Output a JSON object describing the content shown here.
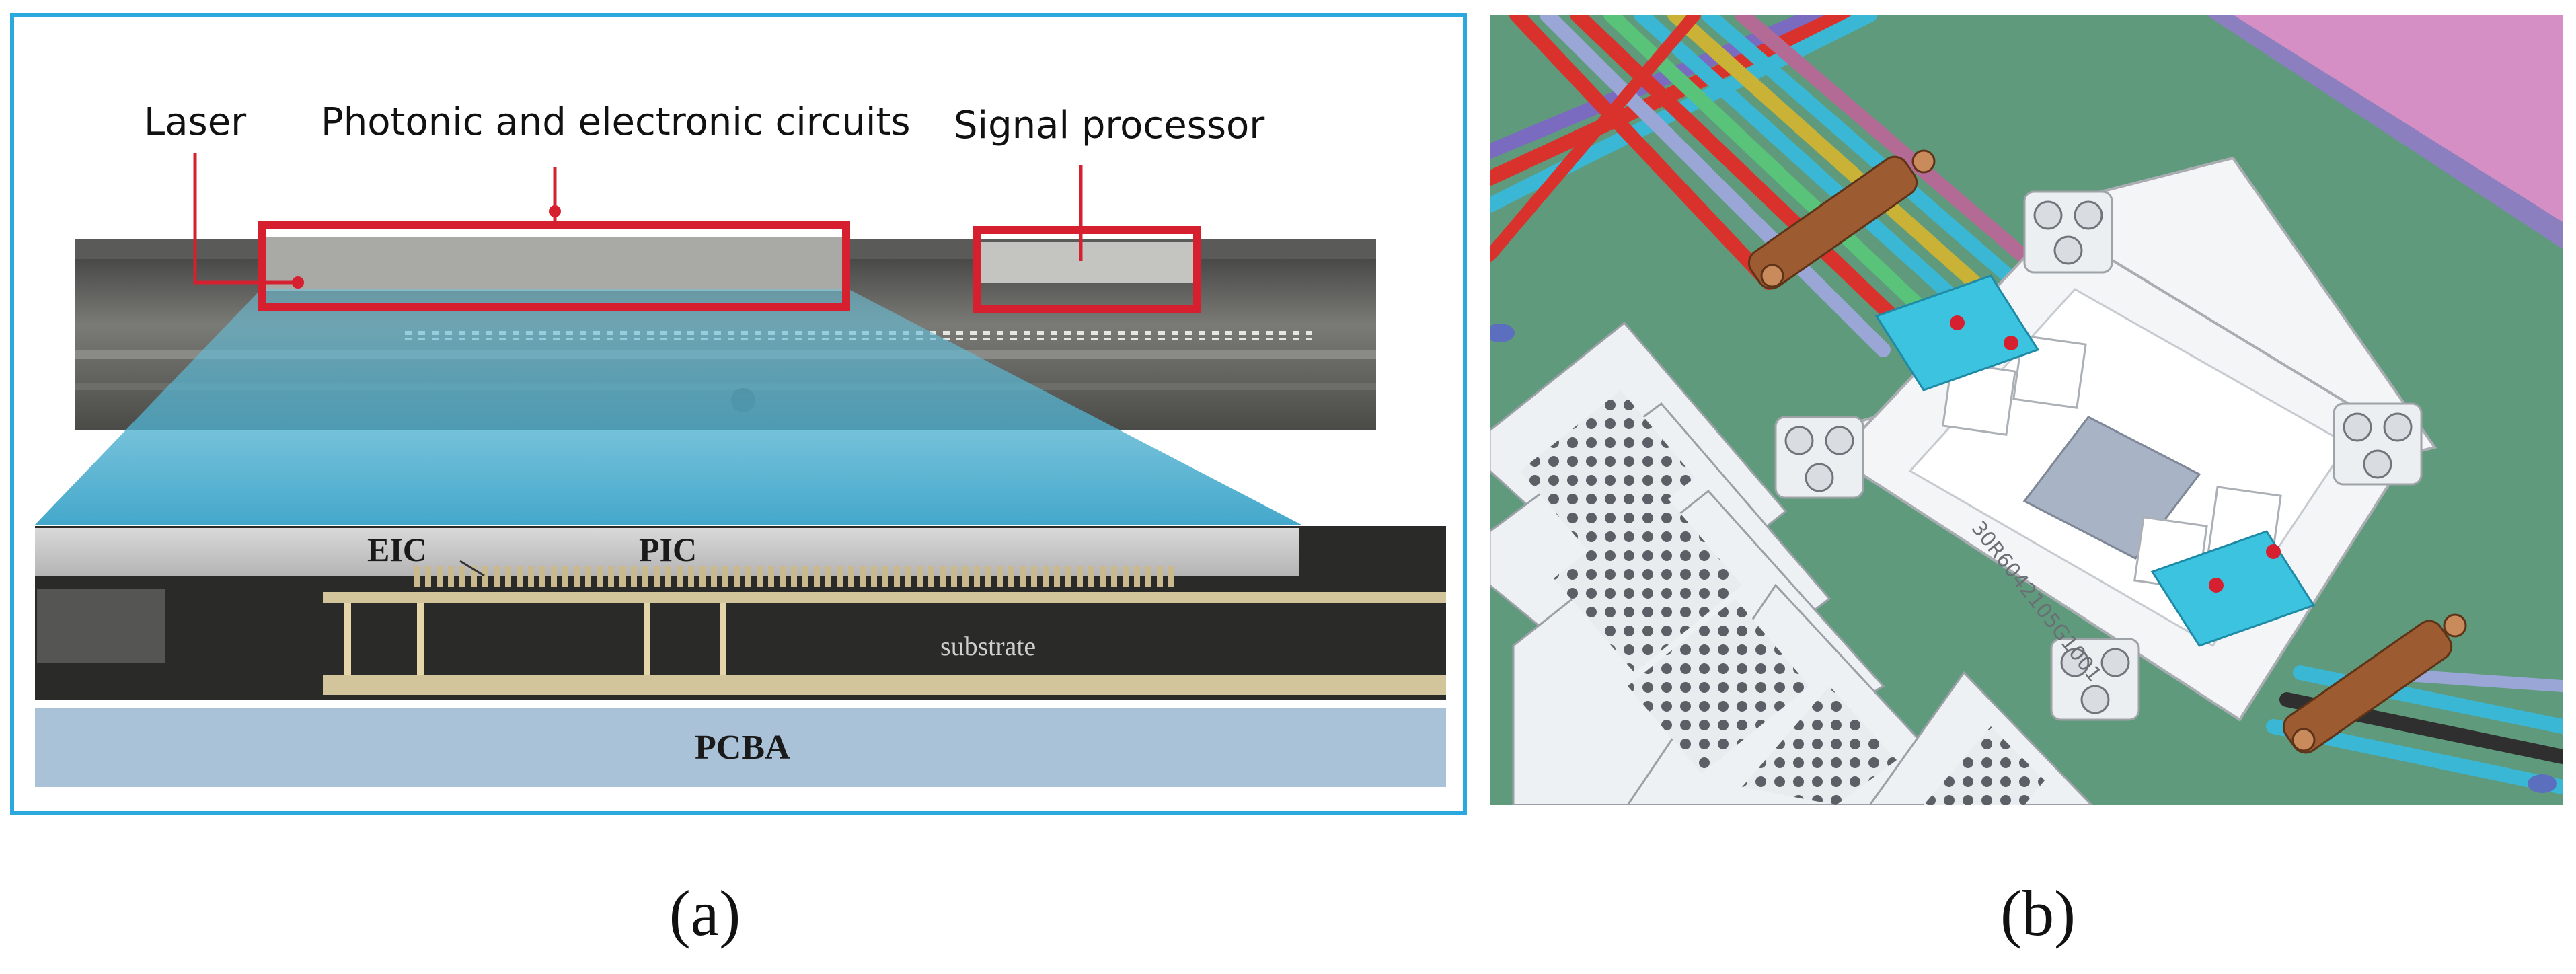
{
  "panel_a": {
    "labels": {
      "laser": "Laser",
      "circuits": "Photonic and electronic circuits",
      "signal_processor": "Signal processor",
      "eic": "EIC",
      "pic": "PIC",
      "substrate": "substrate",
      "pcba": "PCBA"
    },
    "caption": "(a)"
  },
  "panel_b": {
    "part_marking": "30R6042105G1001",
    "caption": "(b)"
  },
  "colors": {
    "frame_border": "#2ba8dd",
    "highlight_red": "#d6202f",
    "cross_section_dark": "#2a2a28",
    "chip_gray": "#c6c6c6",
    "pcba_blue": "#a9c2d8",
    "board_green": "#5f9a7c",
    "connector_cyan": "#3cc3df",
    "connector_brown": "#9d5b32"
  }
}
